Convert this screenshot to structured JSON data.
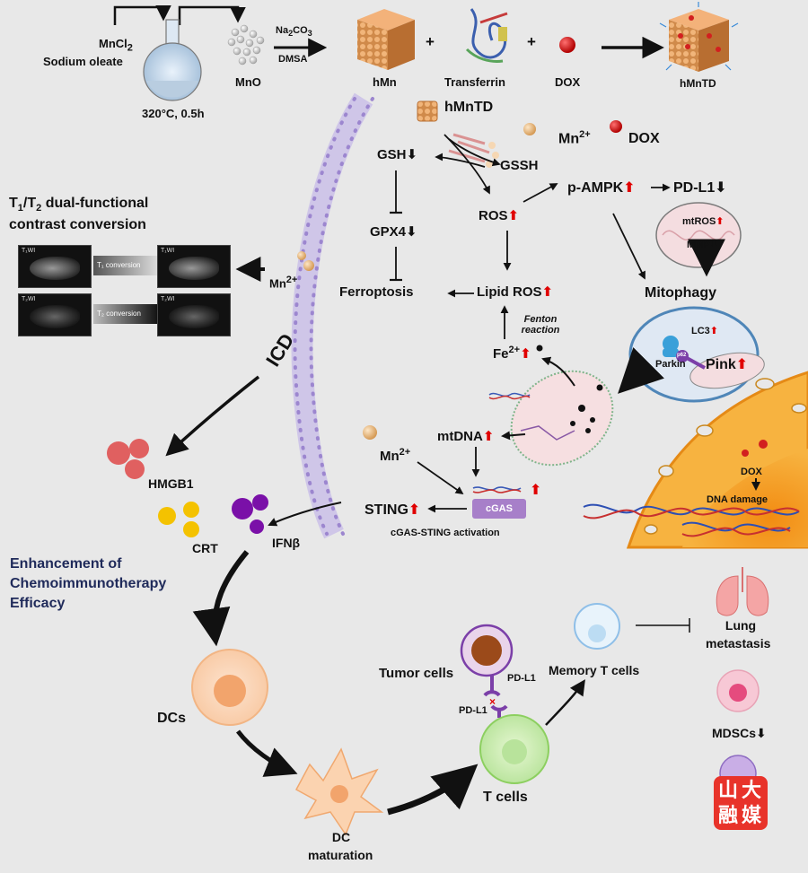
{
  "synthesis": {
    "mncl2": "MnCl",
    "mncl2_sub": "2",
    "sodium_oleate": "Sodium oleate",
    "conditions": "320°C, 0.5h",
    "mno": "MnO",
    "reagent_top": "Na",
    "reagent_top_sub1": "2",
    "reagent_top_mid": "CO",
    "reagent_top_sub2": "3",
    "reagent_bottom": "DMSA",
    "hmn": "hMn",
    "plus": "+",
    "transferrin": "Transferrin",
    "dox": "DOX",
    "hmntd": "hMnTD"
  },
  "mri": {
    "title_a": "T",
    "title_sub1": "1",
    "title_b": "/T",
    "title_sub2": "2",
    "title_c": " dual-functional",
    "title_line2": "contrast conversion",
    "t1_label": "T₁WI",
    "t2_label": "T₂WI",
    "t1_conversion": "T₁ conversion",
    "t2_conversion": "T₂ conversion",
    "mn_label": "Mn",
    "mn_sup": "2+"
  },
  "pathway": {
    "hmntd_label": "hMnTD",
    "mn_label": "Mn",
    "mn_sup": "2+",
    "dox_label": "DOX",
    "gsh": "GSH",
    "gssh": "GSSH",
    "ros": "ROS",
    "pampk": "p-AMPK",
    "pdl1": "PD-L1",
    "mtros": "mtROS",
    "mmp": "MMP",
    "gpx4": "GPX4",
    "ferroptosis": "Ferroptosis",
    "lipid_ros": "Lipid ROS",
    "mitophagy": "Mitophagy",
    "fenton": "Fenton reaction",
    "fe": "Fe",
    "fe_sup": "2+",
    "lc3": "LC3",
    "parkin": "Parkin",
    "p62": "p62",
    "pink": "Pink",
    "mtdna": "mtDNA",
    "mn2_label": "Mn",
    "mn2_sup": "2+",
    "sting": "STING",
    "cgas": "cGAS",
    "cgas_sting": "cGAS-STING activation",
    "dox_nucleus": "DOX",
    "dna_damage": "DNA damage",
    "icd": "ICD",
    "up_arrow": "⬆",
    "down_arrow": "⬇"
  },
  "immune": {
    "hmgb1": "HMGB1",
    "crt": "CRT",
    "ifnb": "IFNβ",
    "enhancement_line1": "Enhancement of",
    "enhancement_line2": "Chemoimmunotherapy",
    "enhancement_line3": "Efficacy",
    "dcs": "DCs",
    "dc_maturation_line1": "DC",
    "dc_maturation_line2": "maturation",
    "tumor_cells": "Tumor cells",
    "pdl1_top": "PD-L1",
    "pdl1_left": "PD-L1",
    "t_cells": "T cells",
    "memory_t": "Memory T cells",
    "lung_line1": "Lung",
    "lung_line2": "metastasis",
    "mdscs": "MDSCs"
  },
  "watermark": {
    "c1": "山",
    "c2": "大",
    "c3": "融",
    "c4": "媒"
  },
  "colors": {
    "background": "#e8e8e8",
    "up_arrow": "#e00000",
    "heading_navy": "#1f2a5a",
    "cgas_box": "#a77fc9",
    "membrane": "#9c86cf",
    "nucleus": "#f59a1a",
    "logo": "#e8332a"
  }
}
